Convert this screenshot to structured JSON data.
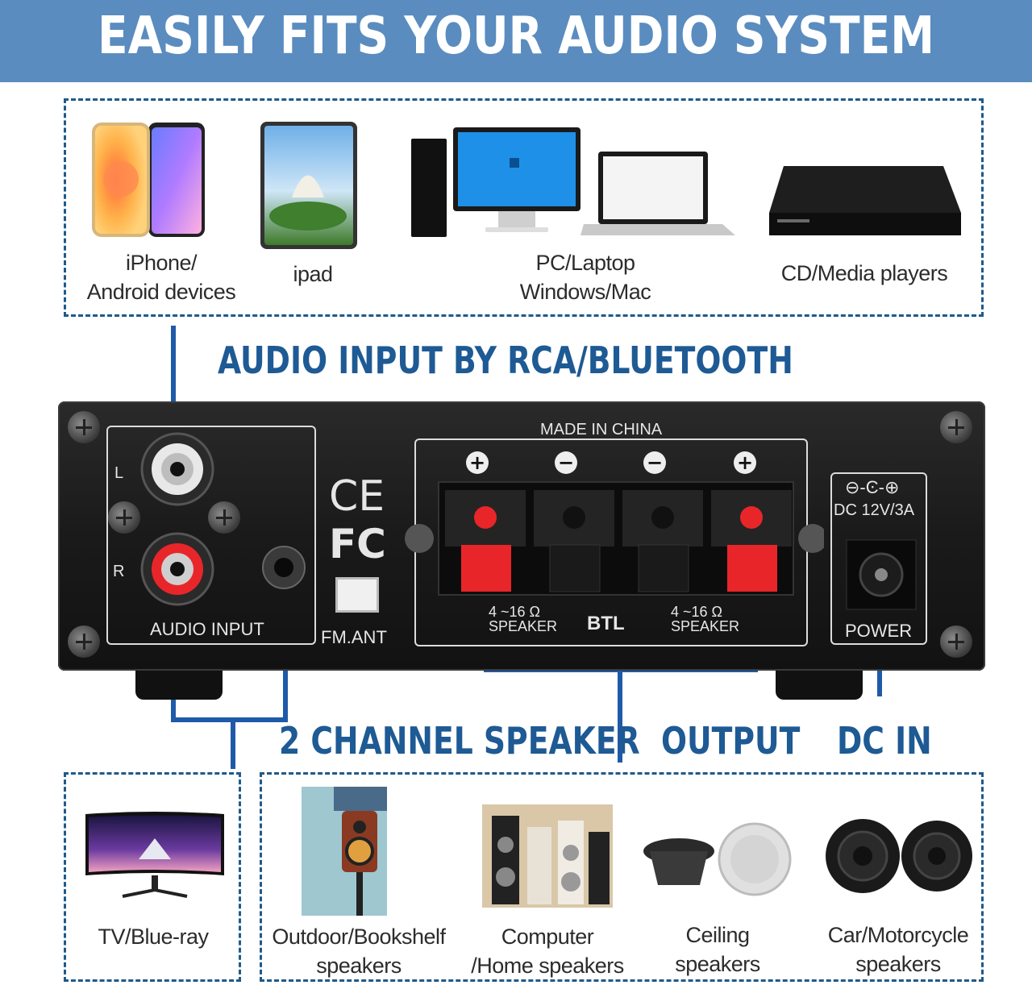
{
  "banner": {
    "title": "EASILY FITS YOUR AUDIO SYSTEM",
    "color": "#5a8cbf"
  },
  "inputs": {
    "heading": "AUDIO INPUT BY RCA/BLUETOOTH",
    "devices": [
      {
        "line1": "iPhone/",
        "line2": "Android devices",
        "icon": "smartphones-icon"
      },
      {
        "line1": "ipad",
        "line2": "",
        "icon": "tablet-icon"
      },
      {
        "line1": "PC/Laptop",
        "line2": "Windows/Mac",
        "icon": "computer-laptop-icon"
      },
      {
        "line1": "CD/Media players",
        "line2": "",
        "icon": "media-player-icon"
      }
    ]
  },
  "amplifier": {
    "made_in": "MADE IN CHINA",
    "ce": "CE",
    "fc": "FC",
    "fm_ant": "FM.ANT",
    "audio_input": "AUDIO INPUT",
    "left": "L",
    "right": "R",
    "left_speaker": "4 ~16 Ω\nSPEAKER",
    "right_speaker": "4 ~16 Ω\nSPEAKER",
    "btl": "BTL",
    "dc_rating": "DC 12V/3A",
    "power": "POWER",
    "polarity": [
      "+",
      "−",
      "−",
      "+"
    ]
  },
  "outputs": {
    "speaker_heading": "2 CHANNEL SPEAKER  OUTPUT",
    "dc_heading": "DC IN",
    "devices": [
      {
        "line1": "TV/Blue-ray",
        "line2": "",
        "icon": "tv-icon"
      },
      {
        "line1": "Outdoor/Bookshelf",
        "line2": "speakers",
        "icon": "bookshelf-speaker-icon"
      },
      {
        "line1": "Computer",
        "line2": "/Home speakers",
        "icon": "home-speakers-icon"
      },
      {
        "line1": "Ceiling",
        "line2": "speakers",
        "icon": "ceiling-speaker-icon"
      },
      {
        "line1": "Car/Motorcycle",
        "line2": "speakers",
        "icon": "car-speaker-icon"
      }
    ]
  },
  "colors": {
    "wire": "#1f5aa8",
    "heading": "#1e5a94",
    "box_border": "#1f5a8a"
  }
}
